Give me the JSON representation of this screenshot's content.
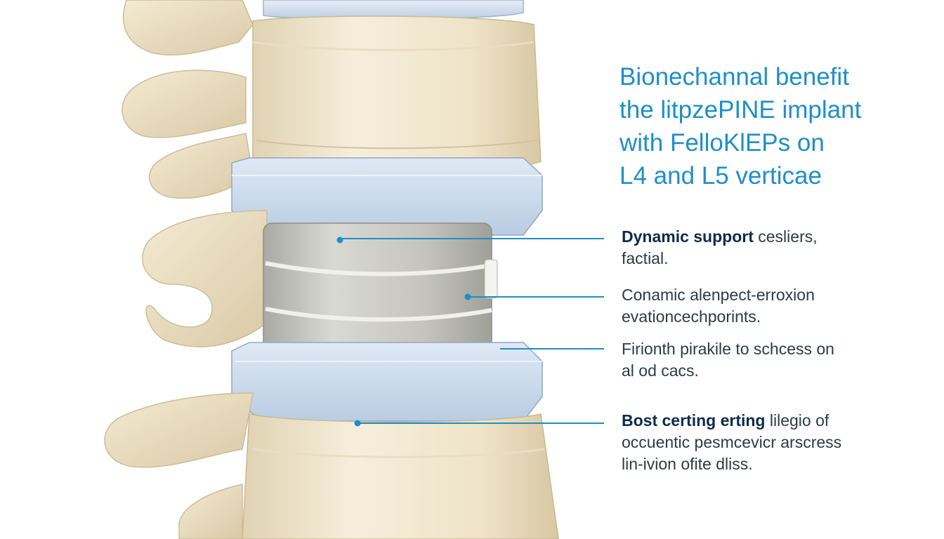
{
  "title": {
    "lines": [
      "Bionechannal benefit",
      "the litpzePINE implant",
      "with FelloKlEPs on",
      "L4 and L5 verticae"
    ]
  },
  "callouts": [
    {
      "strong": "Dynamic support",
      "rest": " cesliers,",
      "line2": "factial."
    },
    {
      "strong": "",
      "rest": "Conamic alenpect-erroxion",
      "line2": "evationcechporints."
    },
    {
      "strong": "",
      "rest": "Firionth pirakile to schcess on",
      "line2": "al od cacs."
    },
    {
      "strong": "Bost certing erting",
      "rest": "  lilegio of",
      "line2": "occuentic pesmcevicr arscress",
      "line3": "lin-ivion ofite dliss."
    }
  ],
  "colors": {
    "title": "#1e8fc8",
    "leader": "#1e8fc8",
    "bone": "#efe5cd",
    "bone_shadow": "#d6c7a4",
    "endplate": "#c9d9ec",
    "metal": "#c8c8c2"
  }
}
